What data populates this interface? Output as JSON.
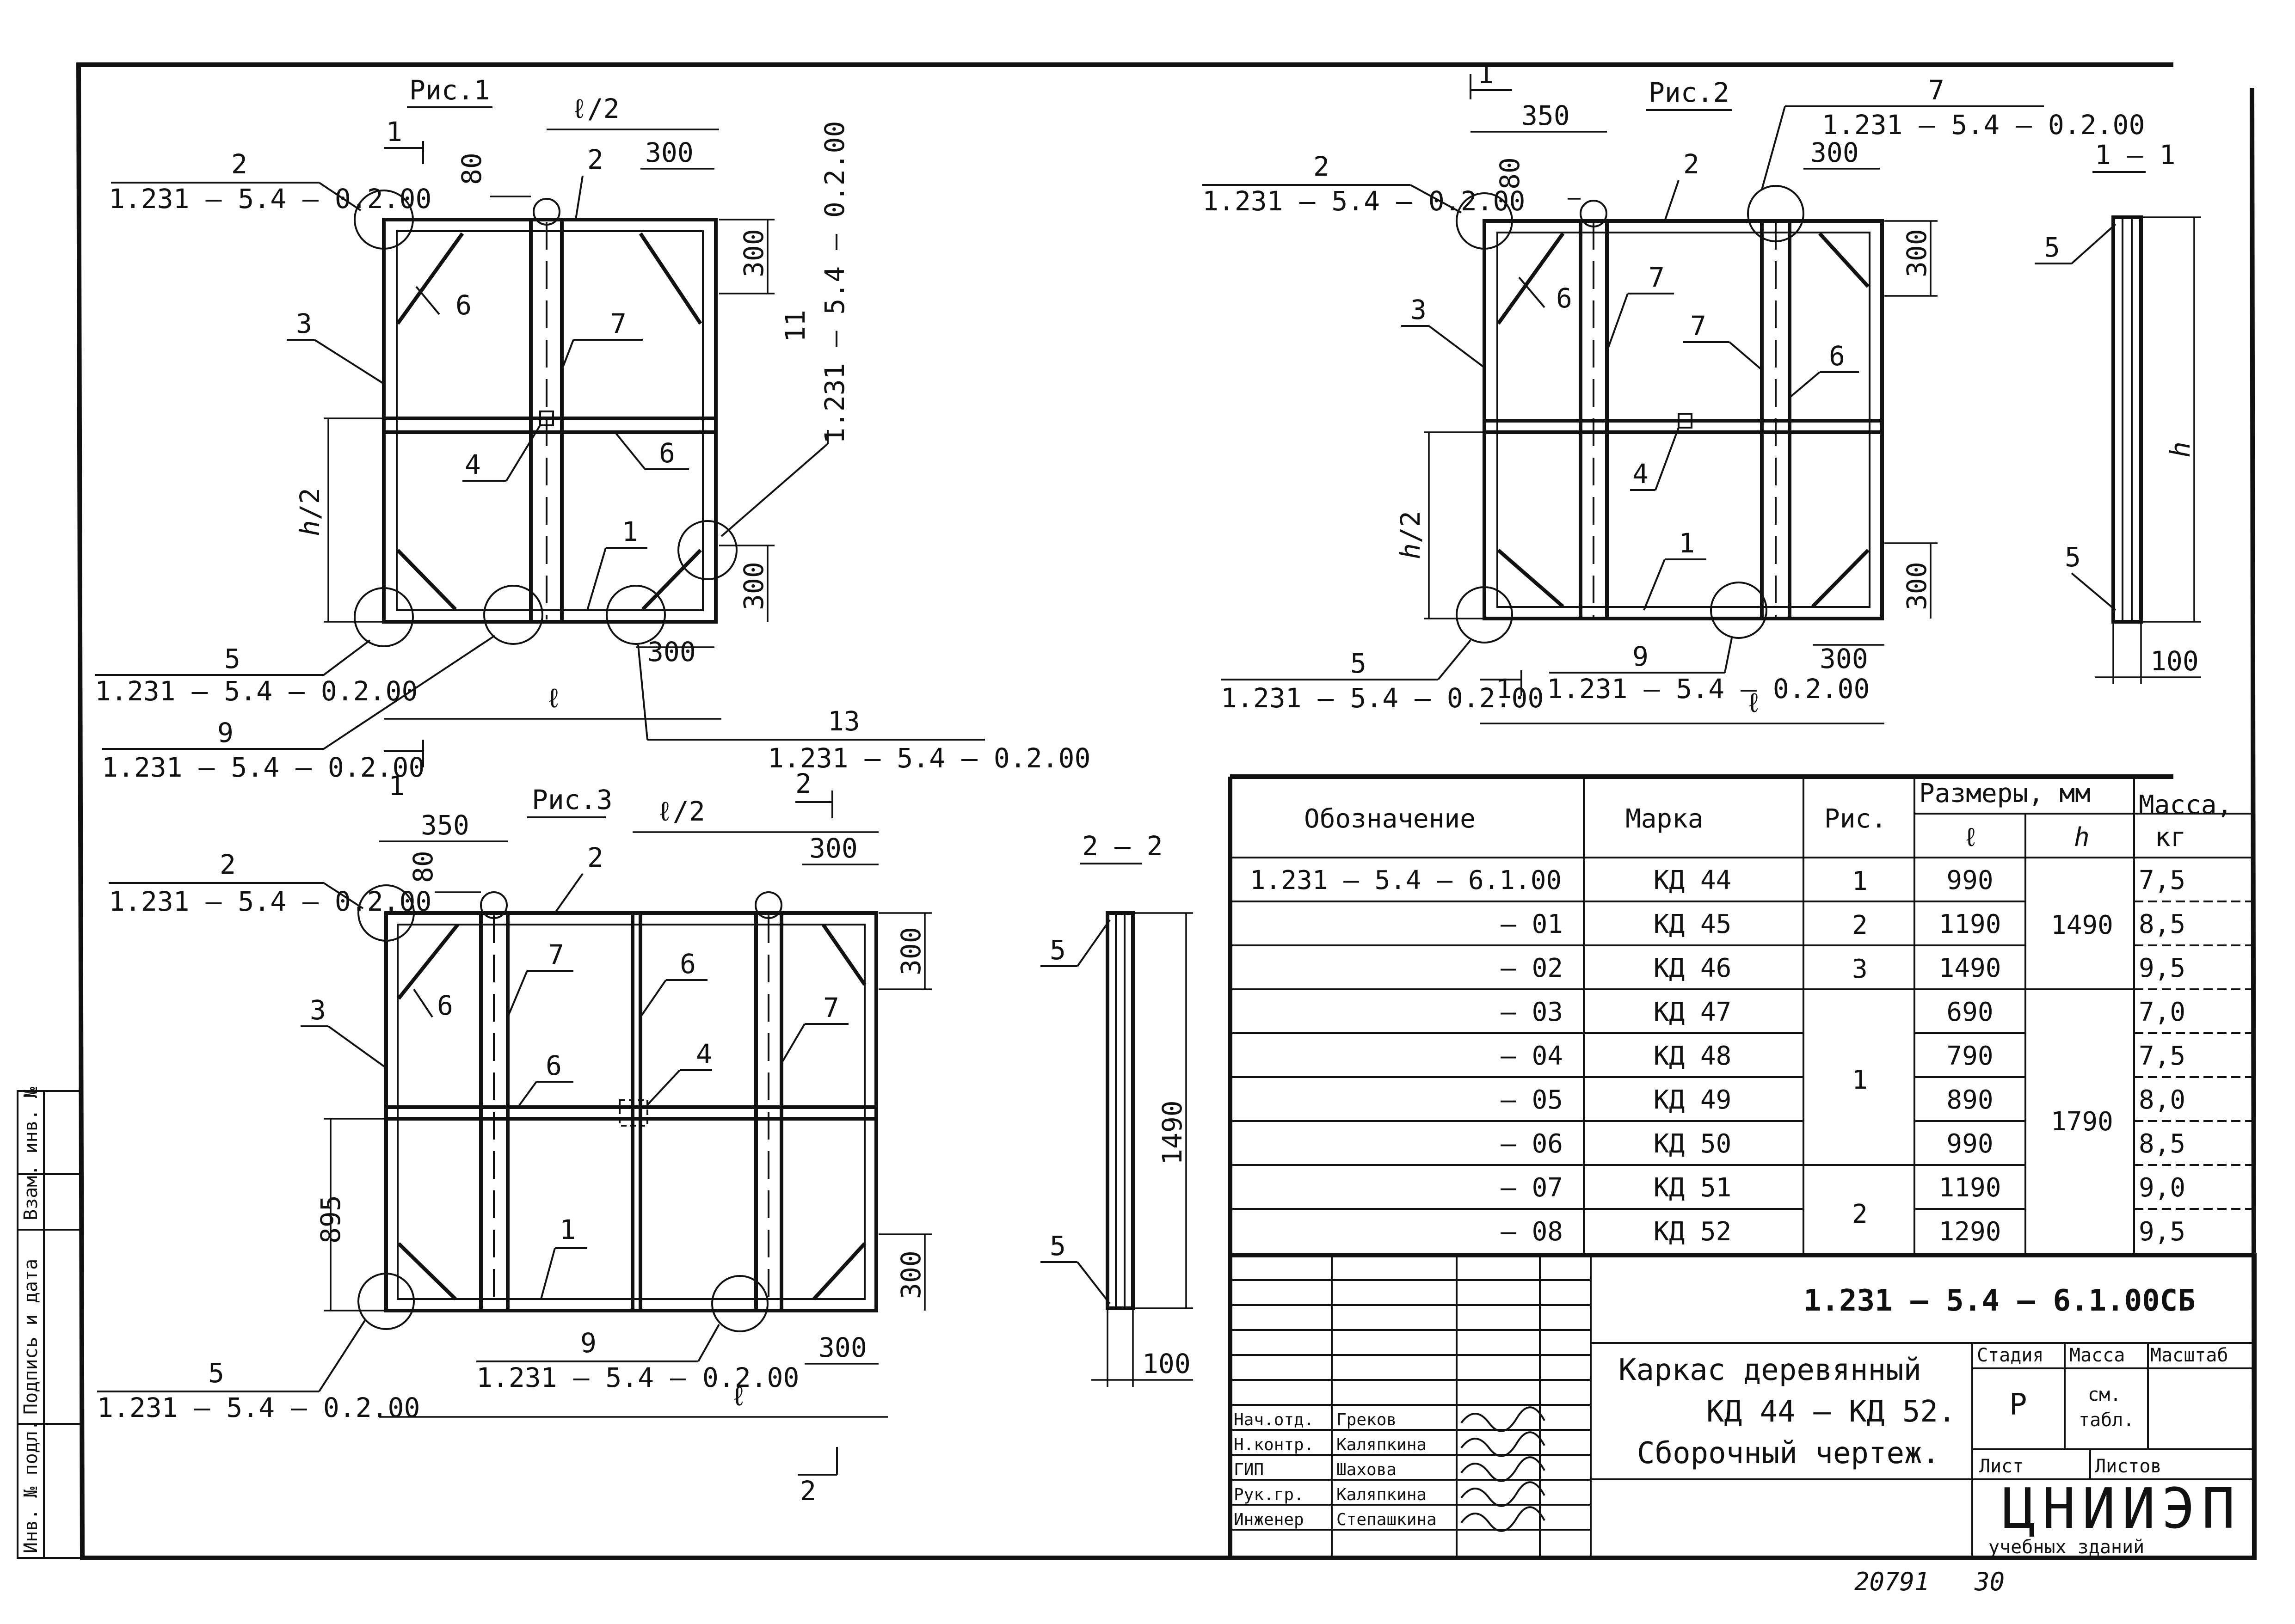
{
  "figures": {
    "fig1": {
      "title": "Рис.1",
      "l_half": "ℓ/2",
      "l": "ℓ",
      "h_half": "ℎ/2",
      "dim_80": "80",
      "dim_300_top": "300",
      "dim_300_right_top": "300",
      "dim_300_right_bot": "300",
      "dim_300_bottom": "300",
      "section_1": "1",
      "callout_2_num": "2",
      "callout_2_ref": "1.231 – 5.4 – 0.2.00",
      "callout_5_num": "5",
      "callout_5_ref": "1.231 – 5.4 – 0.2.00",
      "callout_9_num": "9",
      "callout_9_ref": "1.231 – 5.4 – 0.2.00",
      "callout_11_num": "11",
      "callout_11_ref": "1.231 – 5.4 – 0.2.00",
      "callout_13_num": "13",
      "callout_13_ref": "1.231 – 5.4 – 0.2.00",
      "pos_1": "1",
      "pos_2": "2",
      "pos_3": "3",
      "pos_4": "4",
      "pos_6a": "6",
      "pos_6b": "6",
      "pos_7": "7"
    },
    "fig2": {
      "title": "Рис.2",
      "dim_350": "350",
      "dim_80": "80",
      "dim_300_top": "300",
      "dim_300_right_top": "300",
      "dim_300_right_bot": "300",
      "dim_300_bottom": "300",
      "h_half": "ℎ/2",
      "l": "ℓ",
      "section_1a": "1",
      "section_1b": "1",
      "callout_2_num": "2",
      "callout_2_ref": "1.231 – 5.4 – 0.2.00",
      "callout_7_num": "7",
      "callout_7_ref": "1.231 – 5.4 – 0.2.00",
      "callout_5_num": "5",
      "callout_5_ref": "1.231 – 5.4 – 0.2.00",
      "callout_9_num": "9",
      "callout_9_ref": "1.231 – 5.4 – 0.2.00",
      "pos_1": "1",
      "pos_2": "2",
      "pos_3": "3",
      "pos_4": "4",
      "pos_6a": "6",
      "pos_6b": "6",
      "pos_7a": "7",
      "pos_7b": "7"
    },
    "fig3": {
      "title": "Рис.3",
      "l_half": "ℓ/2",
      "l": "ℓ",
      "dim_350": "350",
      "dim_80": "80",
      "dim_300_top": "300",
      "dim_300_right_top": "300",
      "dim_300_right_bot": "300",
      "dim_300_bottom": "300",
      "dim_895": "895",
      "section_1": "1",
      "section_2a": "2",
      "section_2b": "2",
      "callout_2_num": "2",
      "callout_2_ref": "1.231 – 5.4 – 0.2.00",
      "callout_5_num": "5",
      "callout_5_ref": "1.231 – 5.4 – 0.2.00",
      "callout_9_num": "9",
      "callout_9_ref": "1.231 – 5.4 – 0.2.00",
      "pos_1": "1",
      "pos_2": "2",
      "pos_3": "3",
      "pos_4": "4",
      "pos_6a": "6",
      "pos_6b": "6",
      "pos_6c": "6",
      "pos_7a": "7",
      "pos_7b": "7"
    },
    "sect11": {
      "title": "1 – 1",
      "pos_5a": "5",
      "pos_5b": "5",
      "h": "ℎ",
      "dim_100": "100"
    },
    "sect22": {
      "title": "2 – 2",
      "pos_5a": "5",
      "pos_5b": "5",
      "dim_1490": "1490",
      "dim_100": "100"
    }
  },
  "spec_table": {
    "col_designation": "Обозначение",
    "col_mark": "Марка",
    "col_fig": "Рис.",
    "col_sizes": "Размеры, мм",
    "col_l": "ℓ",
    "col_h": "ℎ",
    "col_mass_1": "Масса,",
    "col_mass_2": "кг",
    "rows": [
      {
        "designation": "1.231 – 5.4 – 6.1.00",
        "mark": "КД 44",
        "l": "990",
        "mass": "7,5"
      },
      {
        "designation": "– 01",
        "mark": "КД 45",
        "l": "1190",
        "mass": "8,5"
      },
      {
        "designation": "– 02",
        "mark": "КД 46",
        "l": "1490",
        "mass": "9,5"
      },
      {
        "designation": "– 03",
        "mark": "КД 47",
        "l": "690",
        "mass": "7,0"
      },
      {
        "designation": "– 04",
        "mark": "КД 48",
        "l": "790",
        "mass": "7,5"
      },
      {
        "designation": "– 05",
        "mark": "КД 49",
        "l": "890",
        "mass": "8,0"
      },
      {
        "designation": "– 06",
        "mark": "КД 50",
        "l": "990",
        "mass": "8,5"
      },
      {
        "designation": "– 07",
        "mark": "КД 51",
        "l": "1190",
        "mass": "9,0"
      },
      {
        "designation": "– 08",
        "mark": "КД 52",
        "l": "1290",
        "mass": "9,5"
      }
    ],
    "fig_groups": [
      "1",
      "2",
      "3",
      "1",
      "2"
    ],
    "h_groups": [
      "1490",
      "1790"
    ]
  },
  "title_block": {
    "doc_code": "1.231 – 5.4 – 6.1.00СБ",
    "name_line1": "Каркас деревянный",
    "name_line2": "КД 44 – КД 52.",
    "name_line3": "Сборочный чертеж.",
    "stage_label": "Стадия",
    "mass_label": "Масса",
    "scale_label": "Масштаб",
    "stage_value": "Р",
    "mass_value_1": "см.",
    "mass_value_2": "табл.",
    "sheet_label": "Лист",
    "sheets_label": "Листов",
    "org_name": "ЦНИИЭП",
    "org_sub": "учебных зданий",
    "roles": [
      {
        "role": "Нач.отд.",
        "name": "Греков"
      },
      {
        "role": "Н.контр.",
        "name": "Каляпкина"
      },
      {
        "role": "ГИП",
        "name": "Шахова"
      },
      {
        "role": "Рук.гр.",
        "name": "Каляпкина"
      },
      {
        "role": "Инженер",
        "name": "Степашкина"
      }
    ]
  },
  "side_stamp": {
    "inv_orig": "Инв. № подл.",
    "sign_date": "Подпись и дата",
    "inv_replace": "Взам. инв. №"
  },
  "footer": {
    "archive_no": "20791",
    "page_no": "30"
  }
}
